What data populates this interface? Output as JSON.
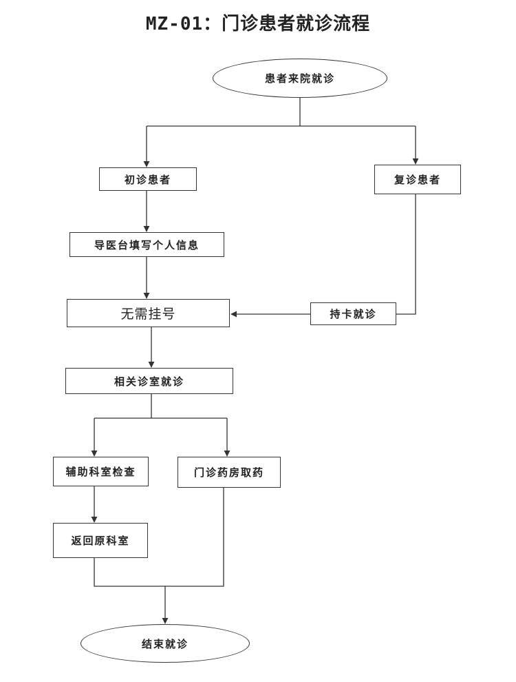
{
  "title": "MZ-01：门诊患者就诊流程",
  "nodes": {
    "start": "患者来院就诊",
    "first_visit": "初诊患者",
    "return_visit": "复诊患者",
    "fill_info": "导医台填写个人信息",
    "no_register": "无需挂号",
    "card_visit": "持卡就诊",
    "department": "相关诊室就诊",
    "aux_exam": "辅助科室检查",
    "pharmacy": "门诊药房取药",
    "back_dept": "返回原科室",
    "end": "结束就诊"
  },
  "colors": {
    "line": "#333333",
    "text": "#222222",
    "background": "#ffffff"
  }
}
